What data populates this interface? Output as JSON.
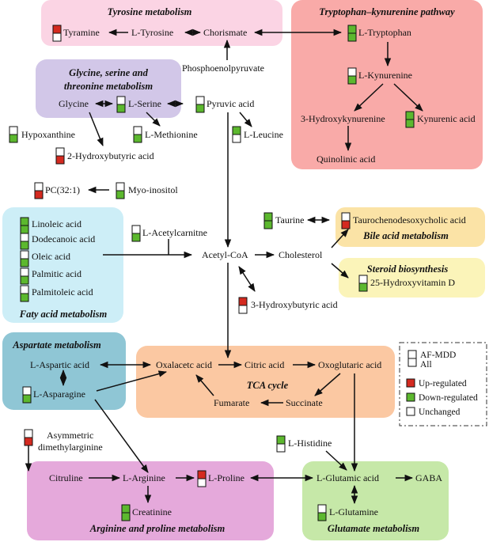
{
  "colors": {
    "up": "#d42a20",
    "down": "#5cb82e",
    "unchanged": "#ffffff",
    "tyrosine_bg": "#fbd4e4",
    "tryptophan_bg": "#f9aaa8",
    "glycine_bg": "#d2c7e8",
    "fatty_bg": "#cdeef7",
    "bile_bg": "#fbe3a6",
    "steroid_bg": "#fbf4b9",
    "aspartate_bg": "#8fc6d5",
    "tca_bg": "#fbc8a2",
    "arginine_bg": "#e5a9db",
    "glutamate_bg": "#c6e8a8"
  },
  "regions": {
    "tyrosine": "Tyrosine metabolism",
    "tryptophan": "Tryptophan–kynurenine pathway",
    "glycine_1": "Glycine, serine and",
    "glycine_2": "threonine metabolism",
    "fatty": "Faty acid metabolism",
    "bile": "Bile acid metabolism",
    "steroid": "Steroid biosynthesis",
    "aspartate": "Aspartate metabolism",
    "tca": "TCA cycle",
    "arginine": "Arginine and proline metabolism",
    "glutamate": "Glutamate metabolism"
  },
  "metabolites": {
    "tyramine": "Tyramine",
    "l_tyrosine": "L-Tyrosine",
    "chorismate": "Chorismate",
    "l_tryptophan": "L-Tryptophan",
    "l_kynurenine": "L-Kynurenine",
    "hydroxykynurenine": "3-Hydroxykynurenine",
    "kynurenic_acid": "Kynurenic acid",
    "quinolinic_acid": "Quinolinic acid",
    "phosphoenolpyruvate": "Phosphoenolpyruvate",
    "glycine": "Glycine",
    "l_serine": "L-Serine",
    "pyruvic_acid": "Pyruvic acid",
    "hypoxanthine": "Hypoxanthine",
    "l_methionine": "L-Methionine",
    "l_leucine": "L-Leucine",
    "hydroxybutyric_2": "2-Hydroxybutyric acid",
    "pc": "PC(32:1)",
    "myo_inositol": "Myo-inositol",
    "linoleic": "Linoleic acid",
    "dodecanoic": "Dodecanoic acid",
    "oleic": "Oleic acid",
    "palmitic": "Palmitic acid",
    "palmitoleic": "Palmitoleic acid",
    "l_acetylcarnitine": "L-Acetylcarnitne",
    "acetyl_coa": "Acetyl-CoA",
    "cholesterol": "Cholesterol",
    "taurine": "Taurine",
    "taurochenodeoxycholic": "Taurochenodesoxycholic acid",
    "hydroxyvitamin_d": "25-Hydroxyvitamin D",
    "hydroxybutyric_3": "3-Hydroxybutyric acid",
    "l_aspartic": "L-Aspartic acid",
    "l_asparagine": "L-Asparagine",
    "oxalacetc": "Oxalacetc acid",
    "citric": "Citric acid",
    "oxoglutaric": "Oxoglutaric acid",
    "fumarate": "Fumarate",
    "succinate": "Succinate",
    "adma_1": "Asymmetric",
    "adma_2": "dimethylarginine",
    "l_histidine": "L-Histidine",
    "citruline": "Citruline",
    "l_arginine": "L-Arginine",
    "l_proline": "L-Proline",
    "l_glutamic": "L-Glutamic acid",
    "gaba": "GABA",
    "creatinine": "Creatinine",
    "l_glutamine": "L-Glutamine"
  },
  "legend": {
    "af_mdd": "AF-MDD",
    "all": "All",
    "up": "Up-regulated",
    "down": "Down-regulated",
    "unchanged": "Unchanged"
  }
}
